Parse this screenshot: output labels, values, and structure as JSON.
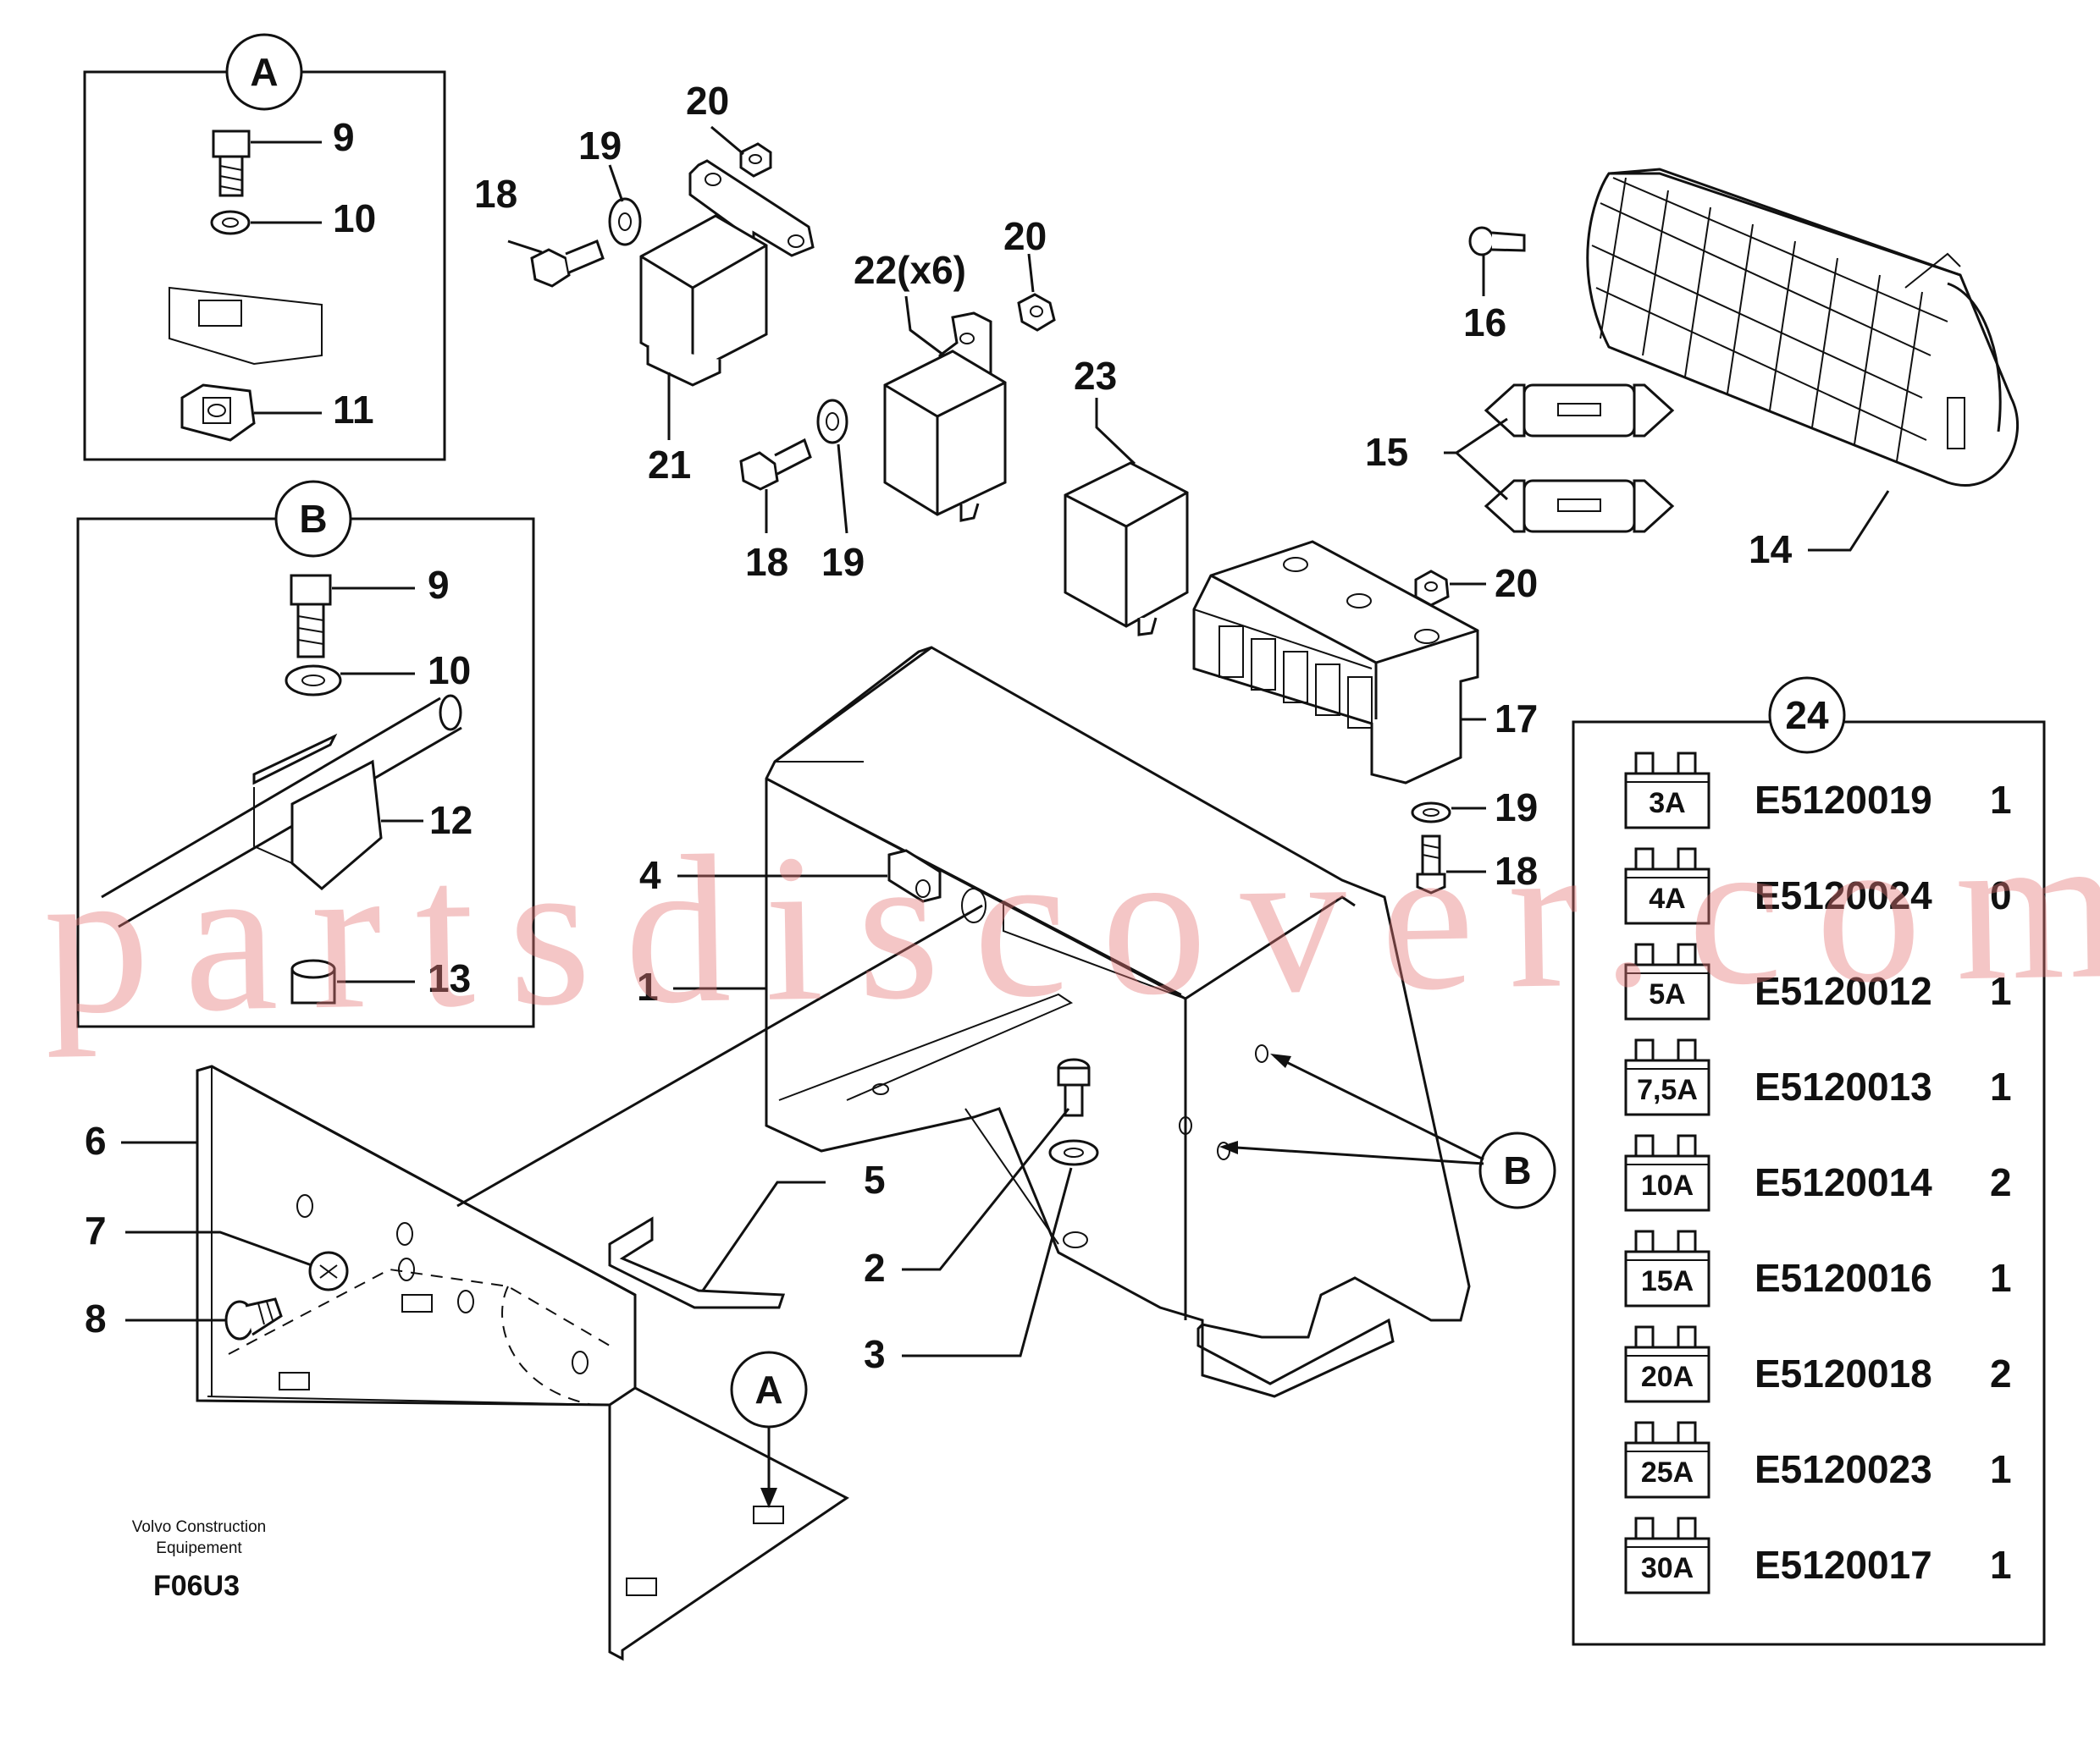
{
  "callouts": {
    "c1": "1",
    "c2": "2",
    "c3": "3",
    "c4": "4",
    "c5": "5",
    "c6": "6",
    "c7": "7",
    "c8": "8",
    "a9": "9",
    "a10": "10",
    "a11": "11",
    "b9": "9",
    "b10": "10",
    "b12": "12",
    "b13": "13",
    "c14": "14",
    "c15": "15",
    "c16": "16",
    "c17": "17",
    "c18a": "18",
    "c18b": "18",
    "c18c": "18",
    "c19a": "19",
    "c19b": "19",
    "c19c": "19",
    "c20a": "20",
    "c20b": "20",
    "c20c": "20",
    "c21": "21",
    "c22": "22(x6)",
    "c23": "23"
  },
  "details": {
    "a_top": "A",
    "b_top": "B",
    "b_ref": "B",
    "a_ref": "A",
    "list_id": "24"
  },
  "fuse_list": [
    {
      "rating": "3A",
      "part": "E5120019",
      "qty": "1"
    },
    {
      "rating": "4A",
      "part": "E5120024",
      "qty": "0"
    },
    {
      "rating": "5A",
      "part": "E5120012",
      "qty": "1"
    },
    {
      "rating": "7,5A",
      "part": "E5120013",
      "qty": "1"
    },
    {
      "rating": "10A",
      "part": "E5120014",
      "qty": "2"
    },
    {
      "rating": "15A",
      "part": "E5120016",
      "qty": "1"
    },
    {
      "rating": "20A",
      "part": "E5120018",
      "qty": "2"
    },
    {
      "rating": "25A",
      "part": "E5120023",
      "qty": "1"
    },
    {
      "rating": "30A",
      "part": "E5120017",
      "qty": "1"
    }
  ],
  "footer": {
    "brand_line1": "Volvo Construction",
    "brand_line2": "Equipement",
    "figure_code": "F06U3"
  },
  "watermark": "partsdiscover.com"
}
